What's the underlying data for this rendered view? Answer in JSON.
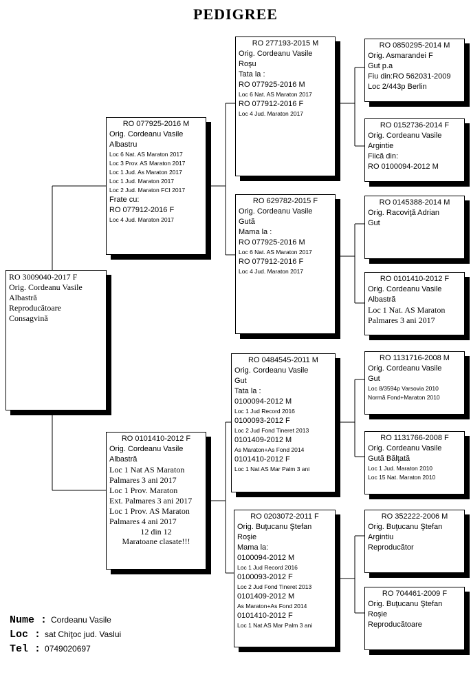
{
  "title": "PEDIGREE",
  "boxes": {
    "main": [
      "RO 3009040-2017 F",
      "Orig. Cordeanu Vasile",
      "Albastră",
      "Reproducătoare",
      "Consagvină"
    ],
    "sire": [
      "RO 077925-2016 M",
      "Orig. Cordeanu Vasile",
      "Albastru",
      "Loc 6 Nat. AS Maraton 2017",
      "Loc 3 Prov. AS Maraton 2017",
      "Loc 1 Jud. As Maraton 2017",
      "Loc 1 Jud. Maraton 2017",
      "Loc 2 Jud. Maraton FCI 2017",
      "Frate cu:",
      "RO 077912-2016 F",
      "Loc 4 Jud. Maraton 2017"
    ],
    "dam": [
      "RO 0101410-2012 F",
      "Orig. Cordeanu Vasile",
      "Albastră",
      "Loc 1 Nat AS Maraton",
      "Palmares 3 ani 2017",
      "Loc 1 Prov. Maraton",
      "Ext. Palmares 3 ani 2017",
      "Loc 1 Prov. AS Maraton",
      "Palmares 4 ani 2017",
      "12 din 12",
      "Maratoane clasate!!!"
    ],
    "ss": [
      "RO 277193-2015 M",
      "Orig. Cordeanu Vasile",
      "Roşu",
      "Tata la :",
      "RO 077925-2016 M",
      "Loc 6 Nat. AS Maraton 2017",
      "RO 077912-2016 F",
      "Loc 4 Jud. Maraton 2017"
    ],
    "sd": [
      "RO 629782-2015 F",
      "Orig. Cordeanu Vasile",
      "Gută",
      "Mama la :",
      "RO 077925-2016 M",
      "Loc 6 Nat. AS Maraton 2017",
      "RO 077912-2016 F",
      "Loc 4 Jud. Maraton 2017"
    ],
    "ds": [
      "RO 0484545-2011 M",
      "Orig. Cordeanu Vasile",
      "Gut",
      "Tata la :",
      "0100094-2012 M",
      "Loc 1 Jud Record 2016",
      "0100093-2012 F",
      "Loc 2 Jud Fond Tineret 2013",
      "0101409-2012 M",
      "As Maraton+As Fond 2014",
      "0101410-2012 F",
      "Loc 1 Nat AS Mar Palm 3 ani"
    ],
    "dd": [
      "RO 0203072-2011 F",
      "Orig. Buţucanu Ştefan",
      "Roşie",
      "Mama la:",
      "0100094-2012 M",
      "Loc 1 Jud Record 2016",
      "0100093-2012 F",
      "Loc 2 Jud Fond Tineret 2013",
      "0101409-2012 M",
      "As Maraton+As Fond 2014",
      "0101410-2012 F",
      "Loc 1 Nat AS Mar Palm 3 ani"
    ],
    "sss": [
      "RO 0850295-2014 M",
      "Orig. Asmarandei F",
      "Gut p.a",
      "Fiu din:RO 562031-2009",
      "Loc 2/443p Berlin"
    ],
    "ssd": [
      "RO 0152736-2014 F",
      "Orig. Cordeanu Vasile",
      "Argintie",
      "Fiică din:",
      "RO 0100094-2012 M"
    ],
    "sds": [
      "RO 0145388-2014 M",
      "Orig. Racoviţă Adrian",
      "Gut"
    ],
    "sdd": [
      "RO 0101410-2012 F",
      "Orig. Cordeanu Vasile",
      "Albastră",
      "Loc 1 Nat. AS Maraton",
      "Palmares 3 ani 2017"
    ],
    "dss": [
      "RO 1131716-2008 M",
      "Orig. Cordeanu Vasile",
      "Gut",
      "Loc 8/3594p Varsovia 2010",
      "Normă Fond+Maraton 2010"
    ],
    "dsd": [
      "RO 1131766-2008 F",
      "Orig. Cordeanu Vasile",
      "Gută Bălţată",
      "Loc 1 Jud. Maraton 2010",
      "Loc 15 Nat. Maraton 2010"
    ],
    "dds": [
      "RO 352222-2006 M",
      "Orig. Buţucanu Ştefan",
      "Argintiu",
      "Reproducător"
    ],
    "ddd": [
      "RO 704461-2009 F",
      "Orig. Buţucanu Ştefan",
      "Roşie",
      "Reproducătoare"
    ]
  },
  "owner": {
    "name_label": "Nume :",
    "name": "Cordeanu Vasile",
    "loc_label": "Loc :",
    "loc": "sat Chiţoc jud. Vaslui",
    "tel_label": "Tel :",
    "tel": "0749020697"
  }
}
